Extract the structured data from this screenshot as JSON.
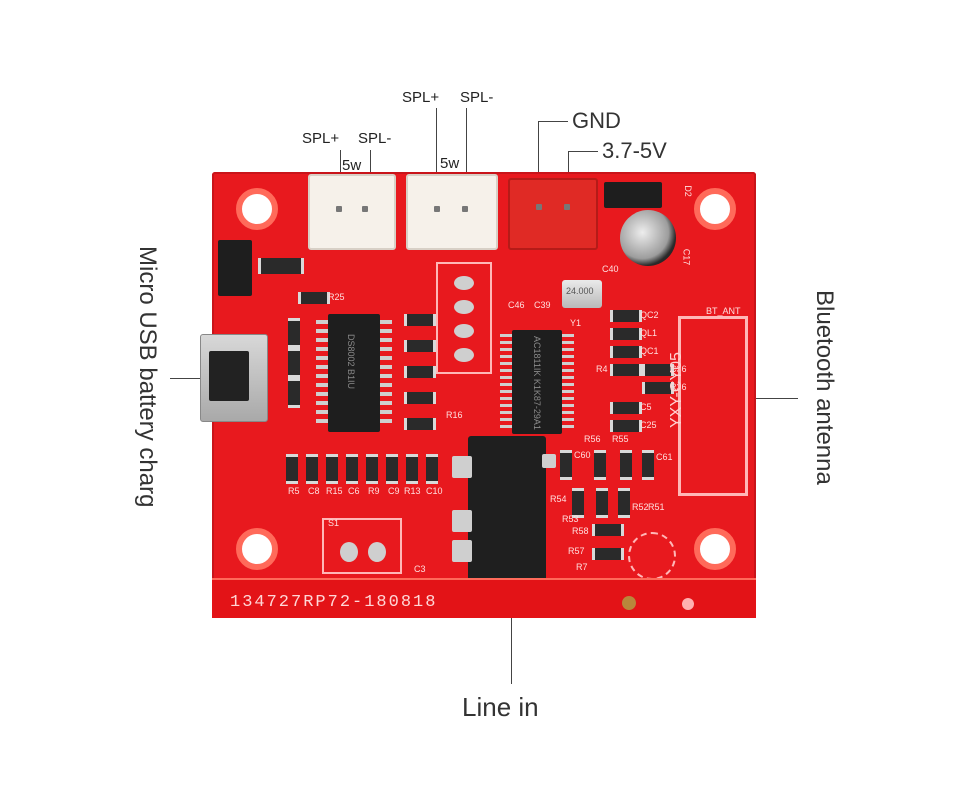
{
  "annotations": {
    "spk1_plus": "SPL+",
    "spk1_minus": "SPL-",
    "spk1_power": "5w",
    "spk2_plus": "SPL+",
    "spk2_minus": "SPL-",
    "spk2_power": "5w",
    "gnd": "GND",
    "voltage": "3.7-5V",
    "usb": "Micro USB battery charg",
    "bluetooth": "Bluetooth antenna",
    "line_in": "Line  in"
  },
  "board": {
    "serial": "134727RP72-180818",
    "amp_chip_text": "DS8002 B1IU",
    "bt_chip_text": "AC1811IK K1K87-29A1",
    "crystal_text": "24.000",
    "module_text": "YXY-CY05",
    "silk": {
      "r25": "R25",
      "r16": "R16",
      "c46": "C46",
      "c39": "C39",
      "c40": "C40",
      "c17": "C17",
      "d2": "D2",
      "y1": "Y1",
      "qc2": "QC2",
      "ql1": "QL1",
      "qc1": "QC1",
      "c36": "C36",
      "r36": "R36",
      "r4": "R4",
      "c5": "C5",
      "c25": "C25",
      "c60": "C60",
      "r56": "R56",
      "r55": "R55",
      "c61": "C61",
      "r54": "R54",
      "r53": "R53",
      "r52": "R52",
      "r51": "R51",
      "r58": "R58",
      "r57": "R57",
      "r7": "R7",
      "r5": "R5",
      "c8": "C8",
      "r15": "R15",
      "c6": "C6",
      "r9": "R9",
      "c9": "C9",
      "r13": "R13",
      "c10": "C10",
      "s1": "S1",
      "c3": "C3",
      "bt_ant": "BT_ANT"
    }
  },
  "colors": {
    "pcb": "#e8191e",
    "connector_white": "#f6f1ea",
    "connector_red": "#e02a25",
    "chip": "#1e1e1e"
  }
}
